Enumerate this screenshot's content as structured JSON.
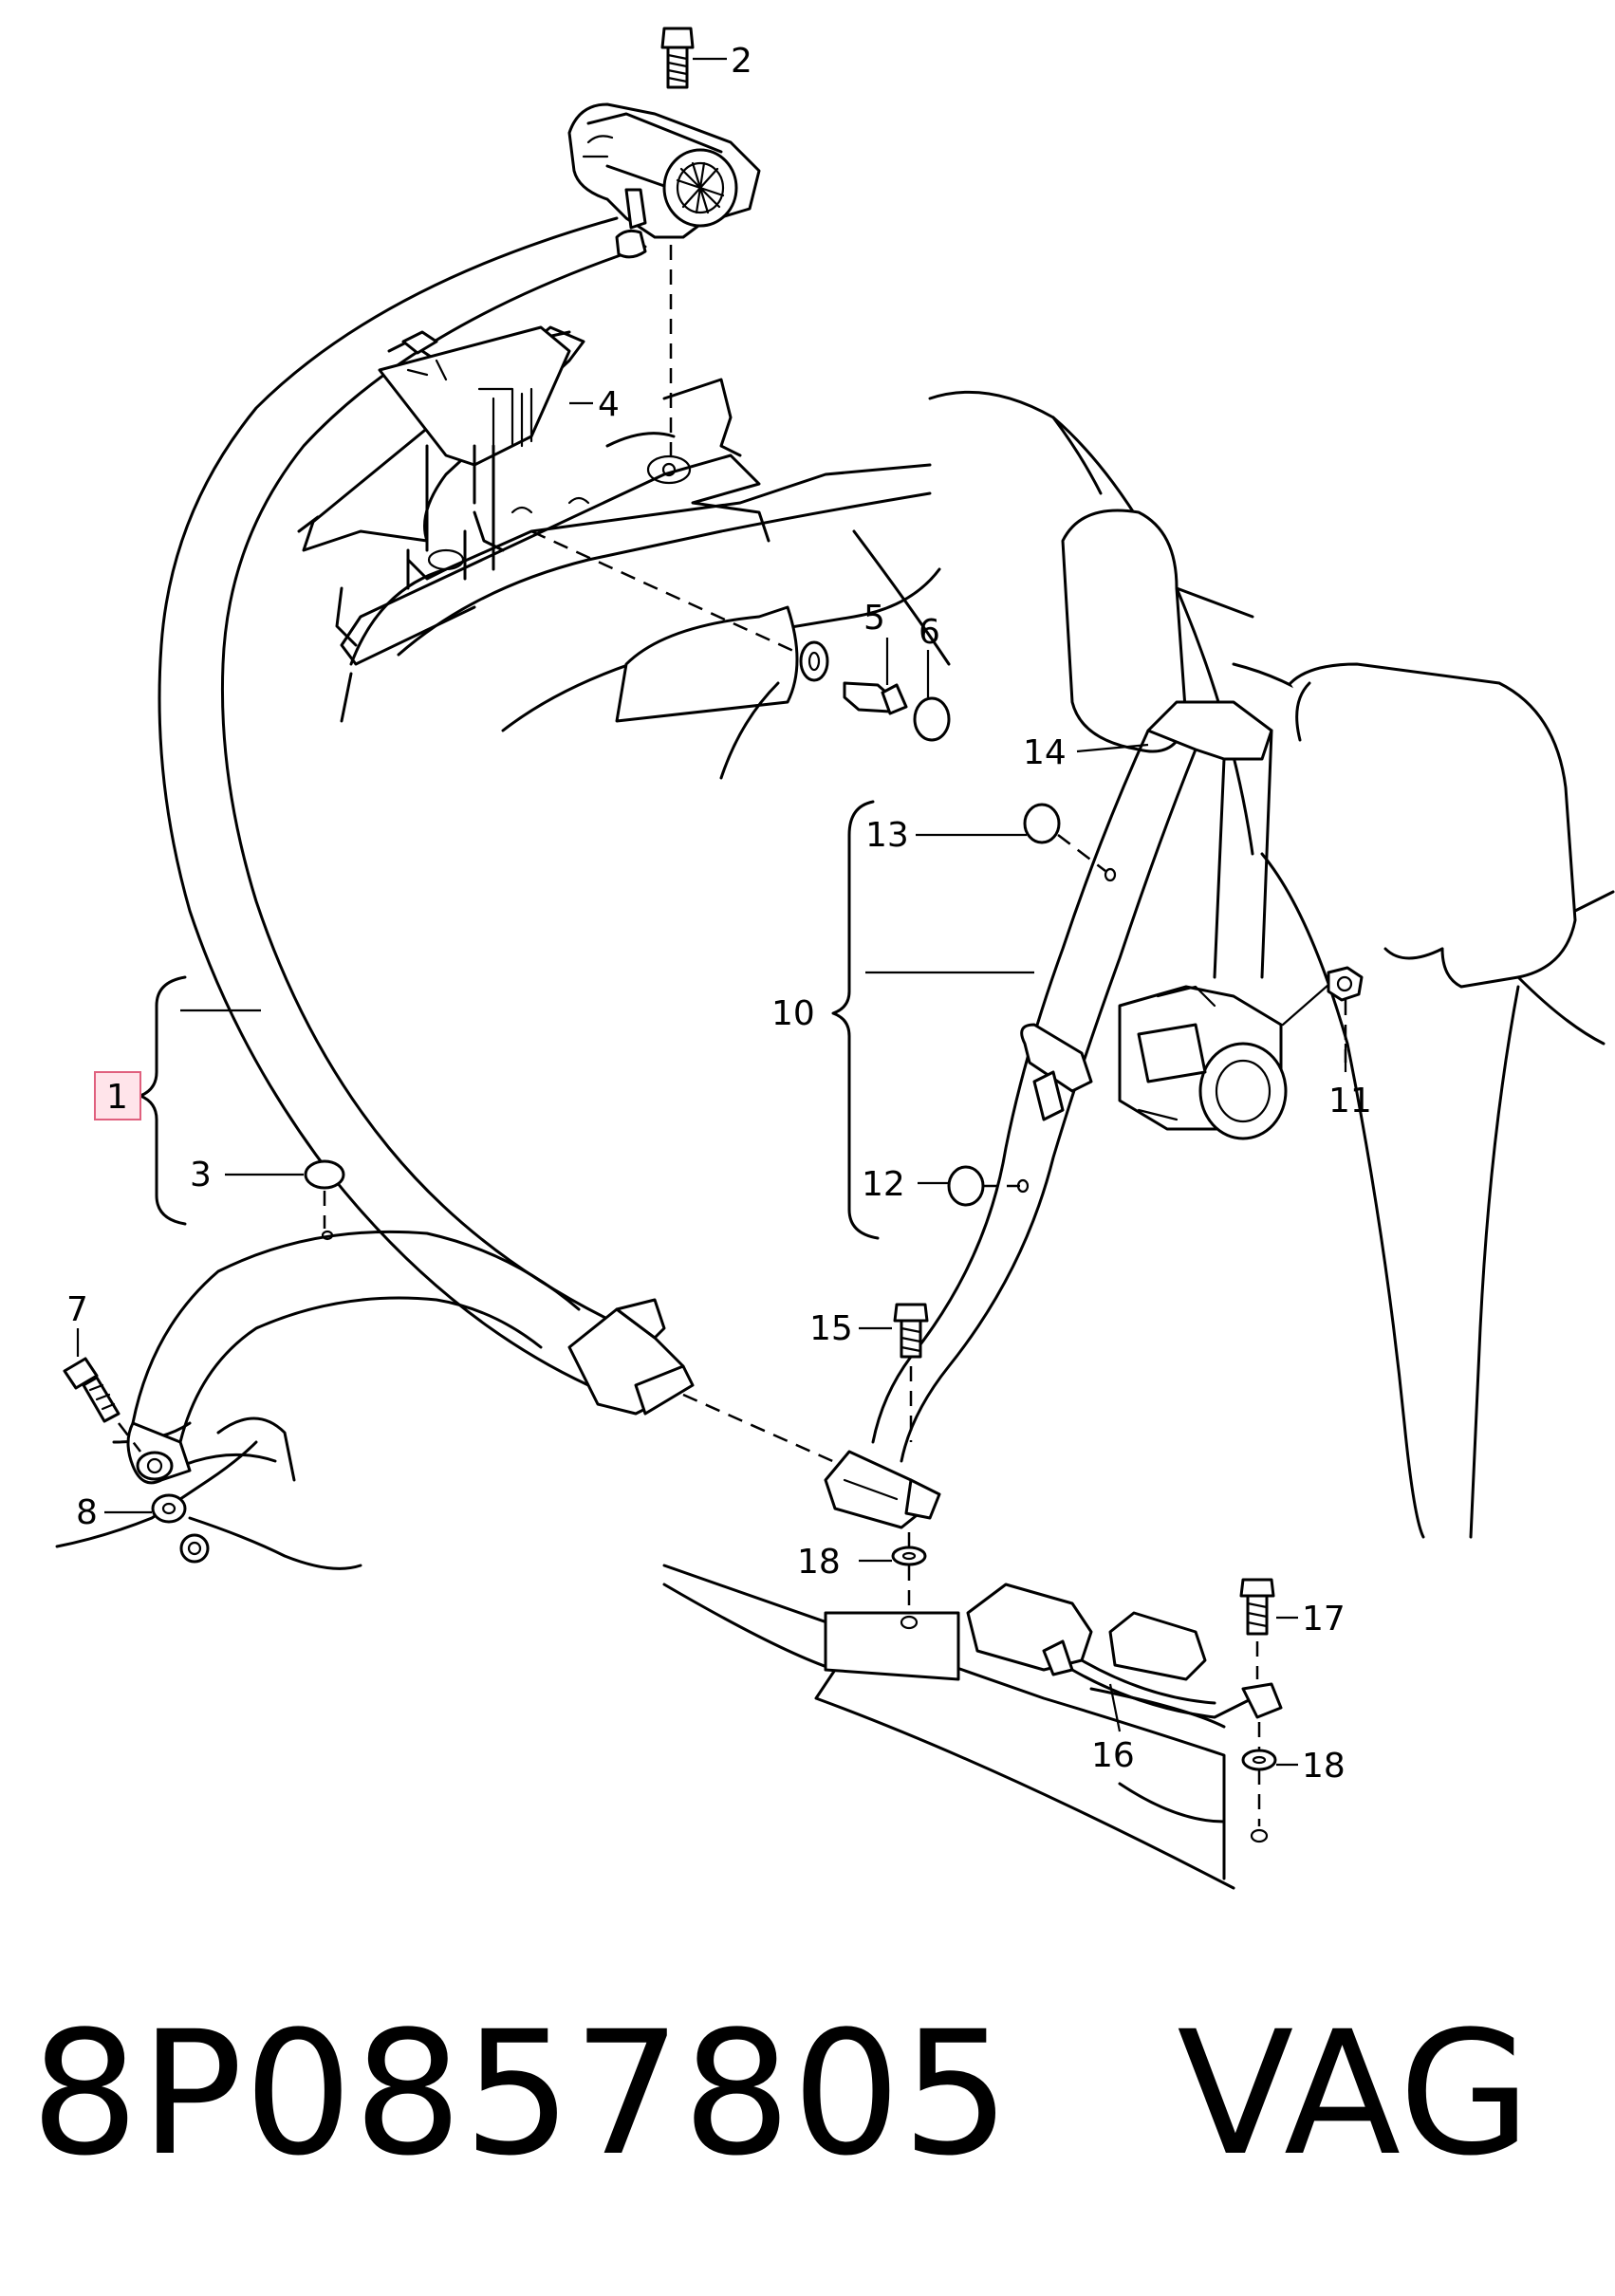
{
  "callouts": {
    "c1": "1",
    "c2": "2",
    "c3": "3",
    "c4": "4",
    "c5": "5",
    "c6": "6",
    "c7": "7",
    "c8": "8",
    "c10": "10",
    "c11": "11",
    "c12": "12",
    "c13": "13",
    "c14": "14",
    "c15": "15",
    "c16": "16",
    "c17": "17",
    "c18a": "18",
    "c18b": "18"
  },
  "part_number": "8P0857805",
  "brand": "VAG",
  "highlighted_callout": "1",
  "colors": {
    "highlight_fill": "#ffe4ea",
    "highlight_border": "#e0607e",
    "line": "#000000"
  }
}
